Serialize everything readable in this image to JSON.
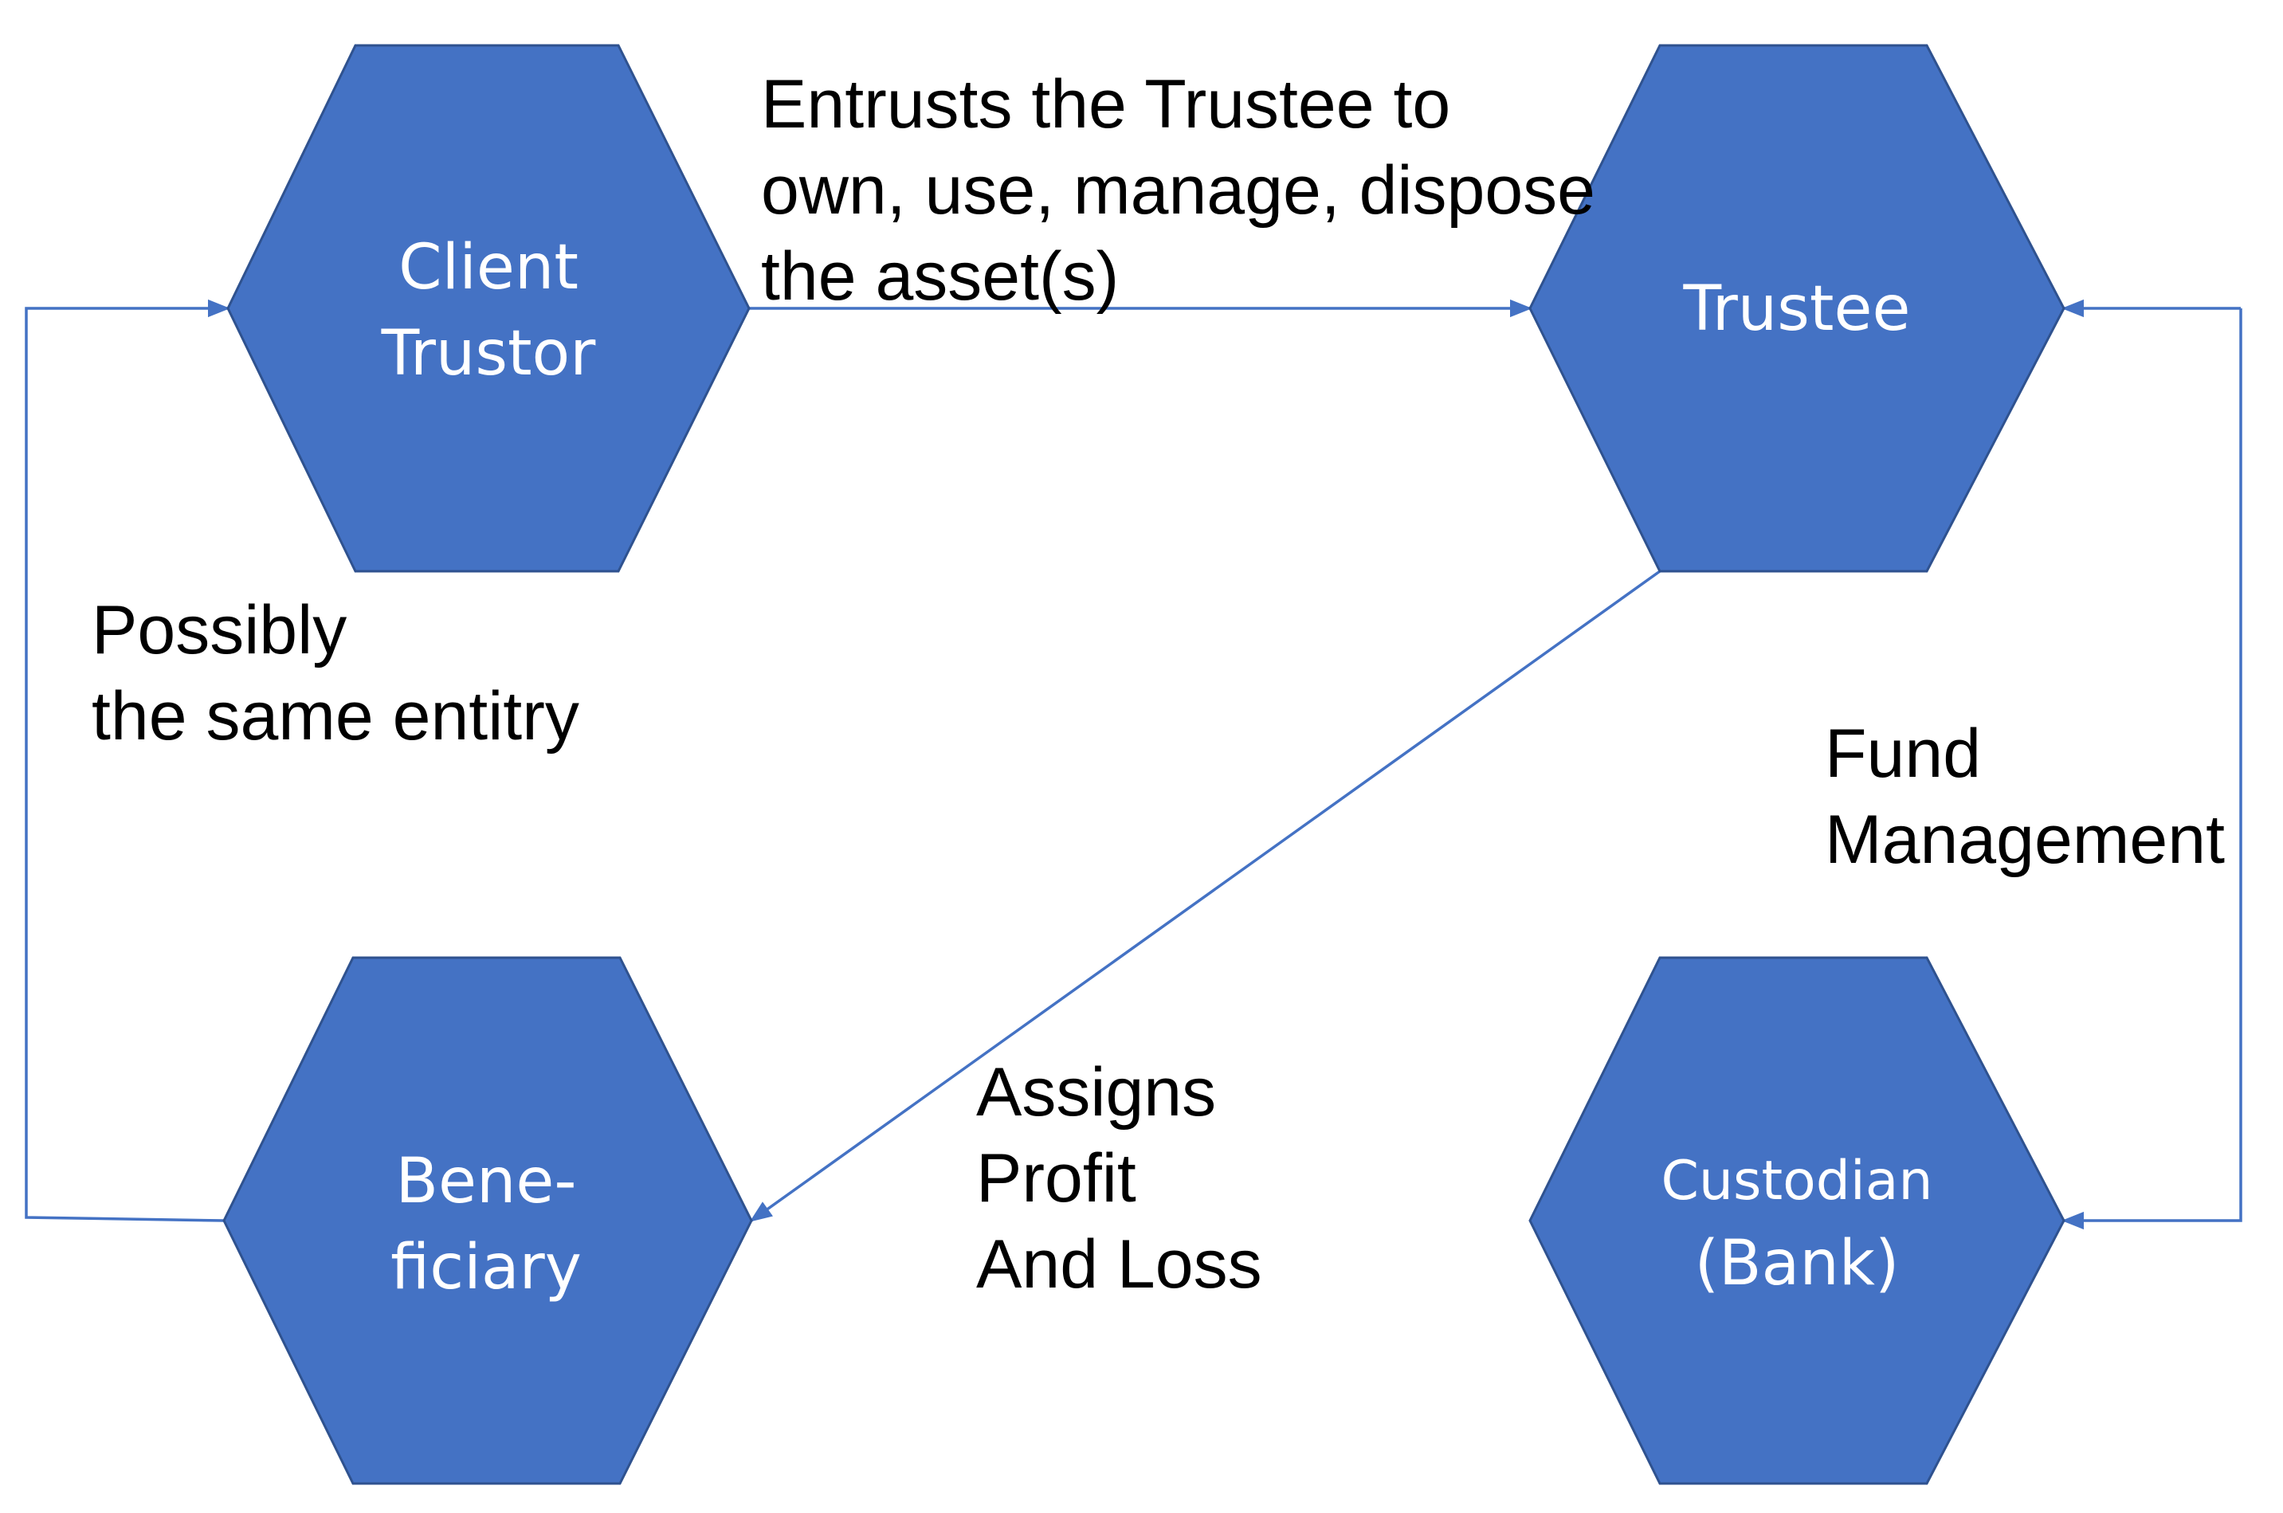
{
  "colors": {
    "node_fill": "#4472C4",
    "node_stroke": "#2F528F",
    "node_text": "#FFFFFF",
    "connector": "#4472C4",
    "label_text": "#000000"
  },
  "nodes": {
    "client_trustor": {
      "line1": "Client",
      "line2": "Trustor"
    },
    "trustee": {
      "line1": "Trustee"
    },
    "beneficiary": {
      "line1": "Bene-",
      "line2": "ficiary"
    },
    "custodian": {
      "line1": "Custodian",
      "line2": "(Bank)"
    }
  },
  "edge_labels": {
    "entrusts": {
      "line1": "Entrusts the Trustee to",
      "line2": "own, use, manage, dispose",
      "line3": "the asset(s)"
    },
    "same_entity": {
      "line1": "Possibly",
      "line2": "the same entitry"
    },
    "fund_management": {
      "line1": "Fund",
      "line2": "Management"
    },
    "assigns": {
      "line1": "Assigns",
      "line2": "Profit",
      "line3": "And Loss"
    }
  }
}
